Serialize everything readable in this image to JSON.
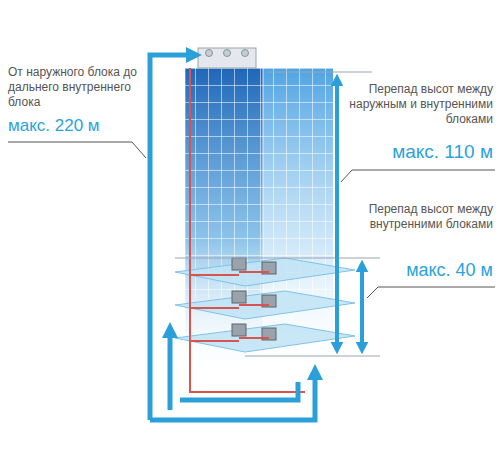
{
  "diagram": {
    "labels": [
      "От наружного блока до дальнего внутреннего блока",
      "макс. 220 м",
      "Перепад высот между наружным и внутренними блоками",
      "макс. 110 м",
      "Перепад высот между внутренними блоками",
      "макс. 40 м"
    ]
  }
}
